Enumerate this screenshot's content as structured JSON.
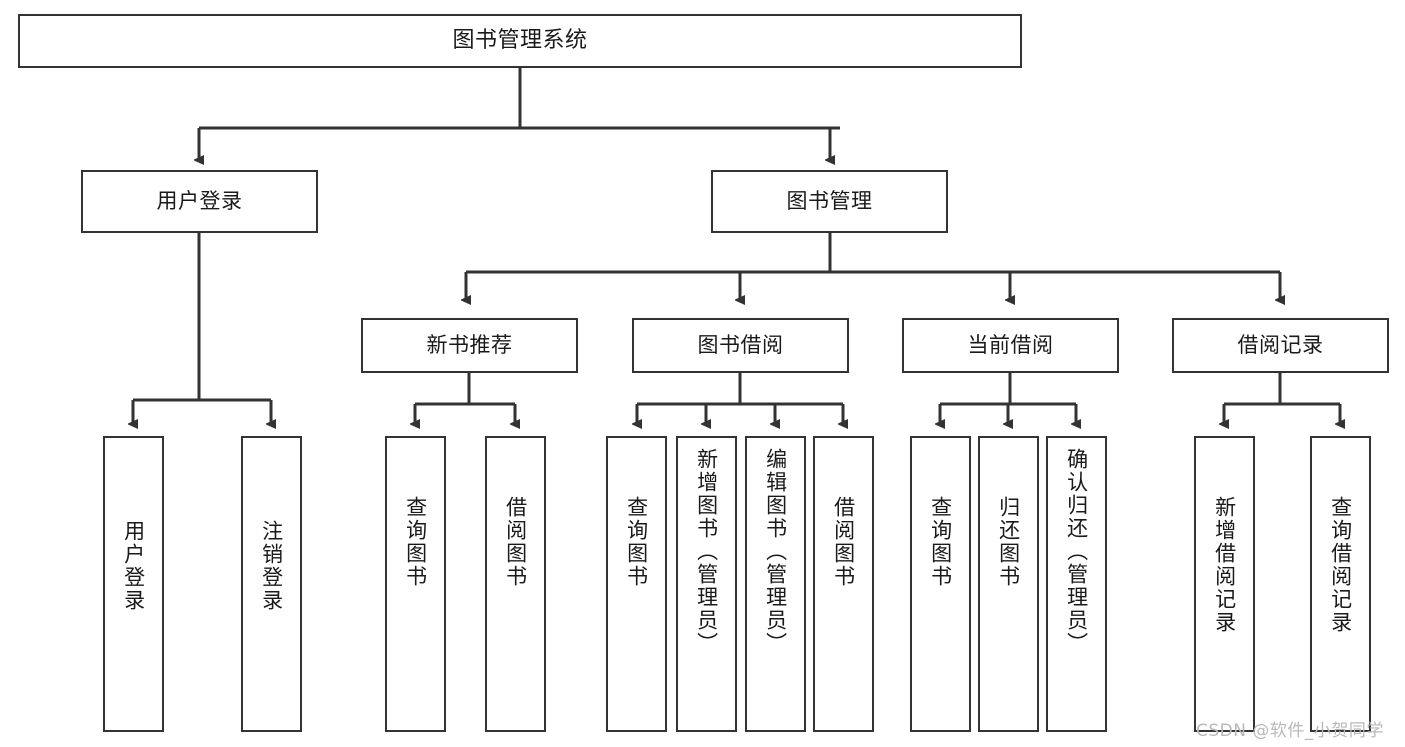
{
  "diagram": {
    "title": "图书管理系统",
    "type": "hierarchy-tree",
    "watermark": "CSDN @软件_小贺同学",
    "colors": {
      "box_border": "#333333",
      "box_fill": "#ffffff",
      "edge": "#333333",
      "text": "#1a1a1a",
      "watermark": "#b9b9b9"
    },
    "nodes": {
      "root": {
        "label": "图书管理系统"
      },
      "level1": [
        {
          "id": "user-login",
          "label": "用户登录"
        },
        {
          "id": "book-manage",
          "label": "图书管理"
        }
      ],
      "level2": [
        {
          "id": "new-book-recommend",
          "label": "新书推荐"
        },
        {
          "id": "book-borrow",
          "label": "图书借阅"
        },
        {
          "id": "current-borrow",
          "label": "当前借阅"
        },
        {
          "id": "borrow-record",
          "label": "借阅记录"
        }
      ],
      "leaves": {
        "user-login": [
          {
            "id": "leaf-user-login",
            "label": "用户登录"
          },
          {
            "id": "leaf-logout",
            "label": "注销登录"
          }
        ],
        "new-book-recommend": [
          {
            "id": "leaf-query-book-1",
            "label": "查询图书"
          },
          {
            "id": "leaf-borrow-book-1",
            "label": "借阅图书"
          }
        ],
        "book-borrow": [
          {
            "id": "leaf-query-book-2",
            "label": "查询图书"
          },
          {
            "id": "leaf-add-book",
            "label": "新增图书（管理员）"
          },
          {
            "id": "leaf-edit-book",
            "label": "编辑图书（管理员）"
          },
          {
            "id": "leaf-borrow-book-2",
            "label": "借阅图书"
          }
        ],
        "current-borrow": [
          {
            "id": "leaf-query-book-3",
            "label": "查询图书"
          },
          {
            "id": "leaf-return-book",
            "label": "归还图书"
          },
          {
            "id": "leaf-confirm-return",
            "label": "确认归还（管理员）"
          }
        ],
        "borrow-record": [
          {
            "id": "leaf-add-record",
            "label": "新增借阅记录"
          },
          {
            "id": "leaf-query-record",
            "label": "查询借阅记录"
          }
        ]
      }
    }
  }
}
